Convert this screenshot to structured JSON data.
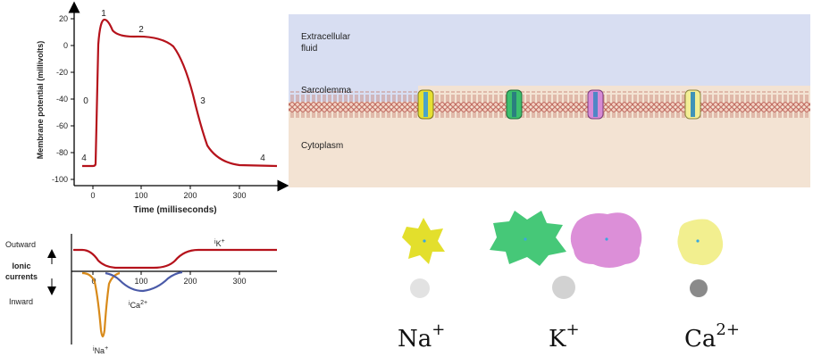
{
  "action_potential": {
    "y_axis_label": "Membrane potential (millivolts)",
    "x_axis_label": "Time (milliseconds)",
    "y_ticks": [
      "20",
      "0",
      "-20",
      "-40",
      "-60",
      "-80",
      "-100"
    ],
    "x_ticks": [
      "0",
      "100",
      "200",
      "300"
    ],
    "phase_labels": {
      "p1": "1",
      "p2": "2",
      "p0": "0",
      "p3": "3",
      "p4_left": "4",
      "p4_right": "4"
    },
    "curve_color": "#b5121b"
  },
  "ionic_currents": {
    "outward_label": "Outward",
    "inward_label": "Inward",
    "axis_label_line1": "Ionic",
    "axis_label_line2": "currents",
    "x_ticks": [
      "0",
      "100",
      "200",
      "300"
    ],
    "ik_label": {
      "prefix": "i",
      "ion": "K",
      "charge": "+"
    },
    "ica_label": {
      "prefix": "i",
      "ion": "Ca",
      "charge": "2+"
    },
    "ina_label": {
      "prefix": "i",
      "ion": "Na",
      "charge": "+"
    },
    "colors": {
      "ik": "#b5121b",
      "ica": "#4a5aa8",
      "ina": "#d88a1a"
    }
  },
  "membrane": {
    "extracellular_label_line1": "Extracellular",
    "extracellular_label_line2": "fluid",
    "sarcolemma_label": "Sarcolemma",
    "cytoplasm_label": "Cytoplasm",
    "colors": {
      "extracellular": "#d8def2",
      "cytoplasm": "#f3e3d3",
      "lipid": "#b5544a"
    },
    "channels": [
      {
        "name": "na-channel",
        "color": "#e6e032"
      },
      {
        "name": "k-channel",
        "color": "#3dbf6e"
      },
      {
        "name": "k-channel-2",
        "color": "#d68ad6"
      },
      {
        "name": "ca-channel",
        "color": "#f2ee96"
      }
    ]
  },
  "ions": [
    {
      "label": "Na",
      "charge": "+",
      "blob_color": "#e3df2c",
      "dot_color": "#e2e2e2"
    },
    {
      "label": "K",
      "charge": "+",
      "blob_color": "#46c878",
      "blob2_color": "#dc8fd8",
      "dot_color": "#d2d2d2"
    },
    {
      "label": "Ca",
      "charge": "2+",
      "blob_color": "#f2ef8f",
      "dot_color": "#8a8a8a"
    }
  ]
}
